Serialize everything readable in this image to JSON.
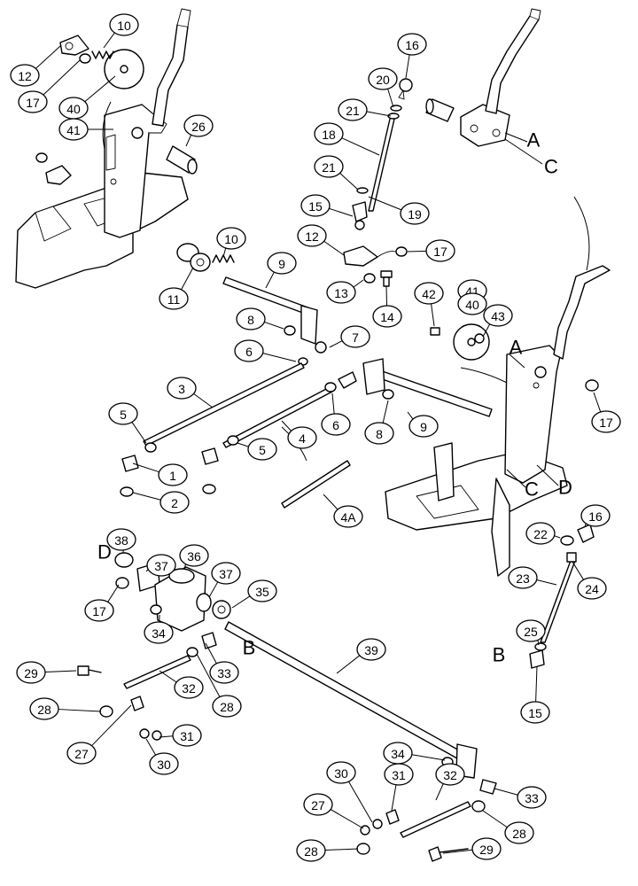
{
  "diagram": {
    "callout_numbers": [
      "10",
      "12",
      "17",
      "40",
      "41",
      "26",
      "16",
      "20",
      "21",
      "18",
      "21",
      "19",
      "15",
      "12",
      "17",
      "13",
      "14",
      "10",
      "11",
      "9",
      "8",
      "6",
      "7",
      "3",
      "5",
      "1",
      "4",
      "6",
      "2",
      "5",
      "4A",
      "42",
      "41",
      "40",
      "43",
      "17",
      "9",
      "8",
      "22",
      "16",
      "23",
      "24",
      "38",
      "37",
      "36",
      "37",
      "35",
      "17",
      "34",
      "39",
      "33",
      "28",
      "29",
      "32",
      "28",
      "27",
      "30",
      "31",
      "34",
      "25",
      "15",
      "30",
      "31",
      "27",
      "32",
      "33",
      "28",
      "28",
      "29"
    ],
    "letters": [
      "A",
      "C",
      "A",
      "C",
      "D",
      "D",
      "B",
      "B"
    ]
  }
}
